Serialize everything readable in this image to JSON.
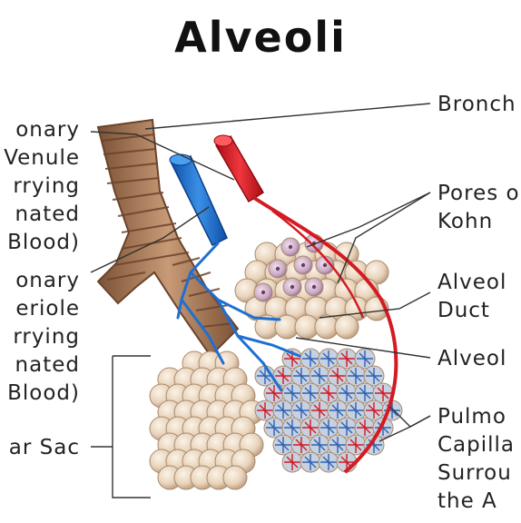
{
  "title": "Alveoli",
  "labels": {
    "pulmonary_venule": [
      "onary",
      "Venule",
      "rrying",
      "nated",
      "Blood)"
    ],
    "pulmonary_arteriole": [
      "onary",
      "eriole",
      "rrying",
      "nated",
      "Blood)"
    ],
    "alveolar_sac": "ar Sac",
    "bronchiole": "Bronch",
    "pores_of_kohn": [
      "Pores o",
      "Kohn"
    ],
    "alveolar_duct": [
      "Alveol",
      "Duct"
    ],
    "alveoli": "Alveol",
    "pulmonary_capillaries": [
      "Pulmo",
      "Capilla",
      "Surrou",
      "the A"
    ]
  },
  "colors": {
    "bronchiole": "#a8785a",
    "vein": "#1f6fd1",
    "artery": "#e0202a",
    "alveolus": "#ead7c0",
    "capillary_net": "#b9c6d9",
    "leader": "#333333"
  }
}
